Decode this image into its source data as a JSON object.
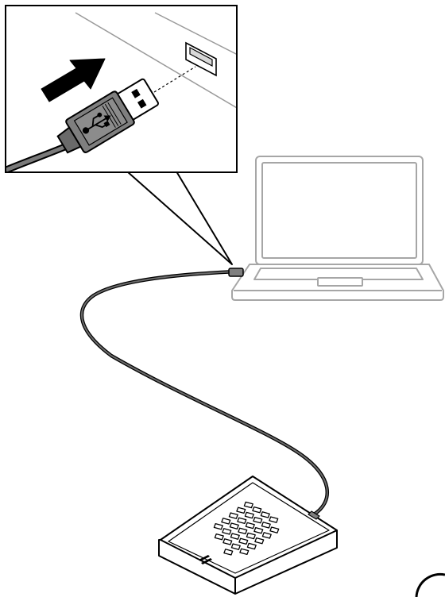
{
  "figure": {
    "callout": {
      "arrow_icon": "insert-direction-arrow",
      "usb_plug_icon": "usb-trident-symbol"
    },
    "colors": {
      "line": "#000000",
      "laptop_outline": "#a6a6a6",
      "wall": "#9a9a9a",
      "plug_body": "#7f7f7f",
      "plug_dark": "#5f5f5f",
      "cable": "#4a4a4a",
      "device_fill": "#ffffff"
    },
    "brand_mark_icon": "brand-logo-mark"
  }
}
